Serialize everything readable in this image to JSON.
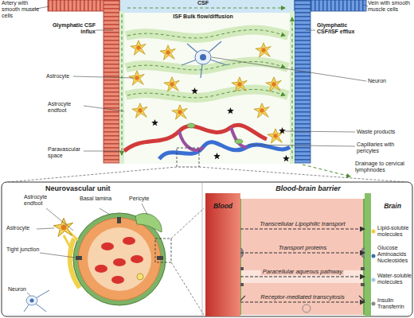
{
  "diagram": {
    "nodes": [
      {
        "text": [
          "Neurovascular unit"
        ]
      },
      {
        "text": [
          "Blood-brain barrier"
        ]
      },
      {
        "text": [
          "Blood"
        ],
        "in": 1
      },
      {
        "text": [
          "Brain"
        ],
        "in": 1
      }
    ],
    "edges": [
      {
        "from": 2,
        "to": 3,
        "arrow": "to",
        "label": "Transcellular Lipophilic transport"
      },
      {
        "from": 2,
        "to": 3,
        "arrow": "to",
        "label": "Transport proteins"
      },
      {
        "from": 2,
        "to": 3,
        "arrow": "to",
        "label": "Paracellular aqueous pathway"
      },
      {
        "from": 2,
        "to": 3,
        "arrow": "to",
        "label": "Receptor-mediated transcytosis"
      }
    ],
    "labels": [
      "Artery with smooth muscle cells",
      "CSF",
      "Vein with smooth muscle cells",
      "Glymphatic CSF influx",
      "ISF Bulk flow/diffusion",
      "Glymphatic CSF/ISF efflux",
      "Astrocyte",
      "Neuron",
      "Astrocyte endfoot",
      "Waste products",
      "Paravascular space",
      "Capillaries with pericytes",
      "Drainage to cervical lymphnodes",
      "Astrocyte endfoot",
      "Basal lamina",
      "Pericyte",
      "Astrocyte",
      "Tight junction",
      "Neuron",
      "Lipid-soluble molecules",
      "Glucose Aminoacids Nucleosides",
      "Water-soluble molecules",
      "Insulin Transferrin"
    ]
  }
}
